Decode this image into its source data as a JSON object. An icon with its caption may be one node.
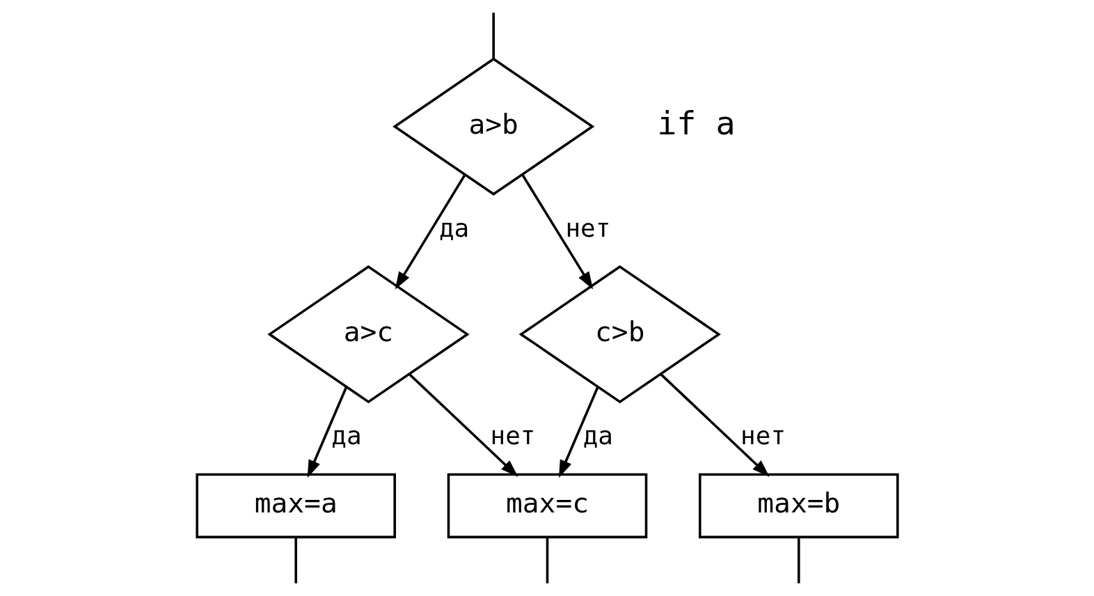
{
  "diagram": {
    "nodes": [
      {
        "text": [
          "a>b"
        ]
      },
      {
        "text": [
          "a>c"
        ]
      },
      {
        "text": [
          "c>b"
        ]
      },
      {
        "text": [
          "max=a"
        ]
      },
      {
        "text": [
          "max=c"
        ]
      },
      {
        "text": [
          "max=b"
        ]
      }
    ],
    "edges": [
      {
        "from": null,
        "to": 0,
        "arrow": "none"
      },
      {
        "from": 0,
        "to": 1,
        "arrow": "to",
        "label": "да"
      },
      {
        "from": 0,
        "to": 2,
        "arrow": "to",
        "label": "нет"
      },
      {
        "from": 1,
        "to": 3,
        "arrow": "to",
        "label": "да"
      },
      {
        "from": 1,
        "to": 4,
        "arrow": "to",
        "label": "нет"
      },
      {
        "from": 2,
        "to": 4,
        "arrow": "to",
        "label": "да"
      },
      {
        "from": 2,
        "to": 5,
        "arrow": "to",
        "label": "нет"
      },
      {
        "from": 3,
        "to": null,
        "arrow": "none"
      },
      {
        "from": 4,
        "to": null,
        "arrow": "none"
      },
      {
        "from": 5,
        "to": null,
        "arrow": "none"
      }
    ],
    "labels": [
      "if a"
    ]
  }
}
